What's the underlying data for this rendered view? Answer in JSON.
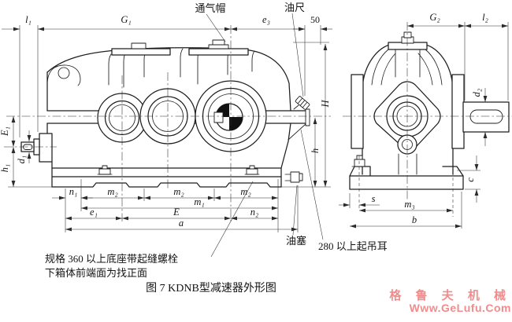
{
  "drawing": {
    "caption": "图 7  KDNB型减速器外形图",
    "watermark": {
      "line1": "格 鲁 夫 机 械",
      "line2": "Www.GeLufu.Com",
      "color": "#f28c8c"
    },
    "callouts": {
      "breather_cap": "通气帽",
      "oil_dipstick": "油尺",
      "oil_plug": "油塞",
      "lifting_lug_note": "280 以上起吊耳",
      "base_note_line1": "规格 360 以上底座带起缝螺栓",
      "base_note_line2": "下箱体前端面为找正面"
    },
    "dims": {
      "l1": "l₁",
      "G1": "G₁",
      "e3": "e₃",
      "d50": "50",
      "H": "H",
      "h": "h",
      "E1": "E₁",
      "d1": "d₁",
      "h1": "h₁",
      "n1": "n₁",
      "m2": "m₂",
      "m1": "m₁",
      "e1": "e₁",
      "E": "E",
      "n2": "n₂",
      "a": "a",
      "G2": "G₂",
      "l2": "l₂",
      "d2": "d₂",
      "s": "s",
      "m3": "m₃",
      "b": "b",
      "c": "c"
    }
  }
}
